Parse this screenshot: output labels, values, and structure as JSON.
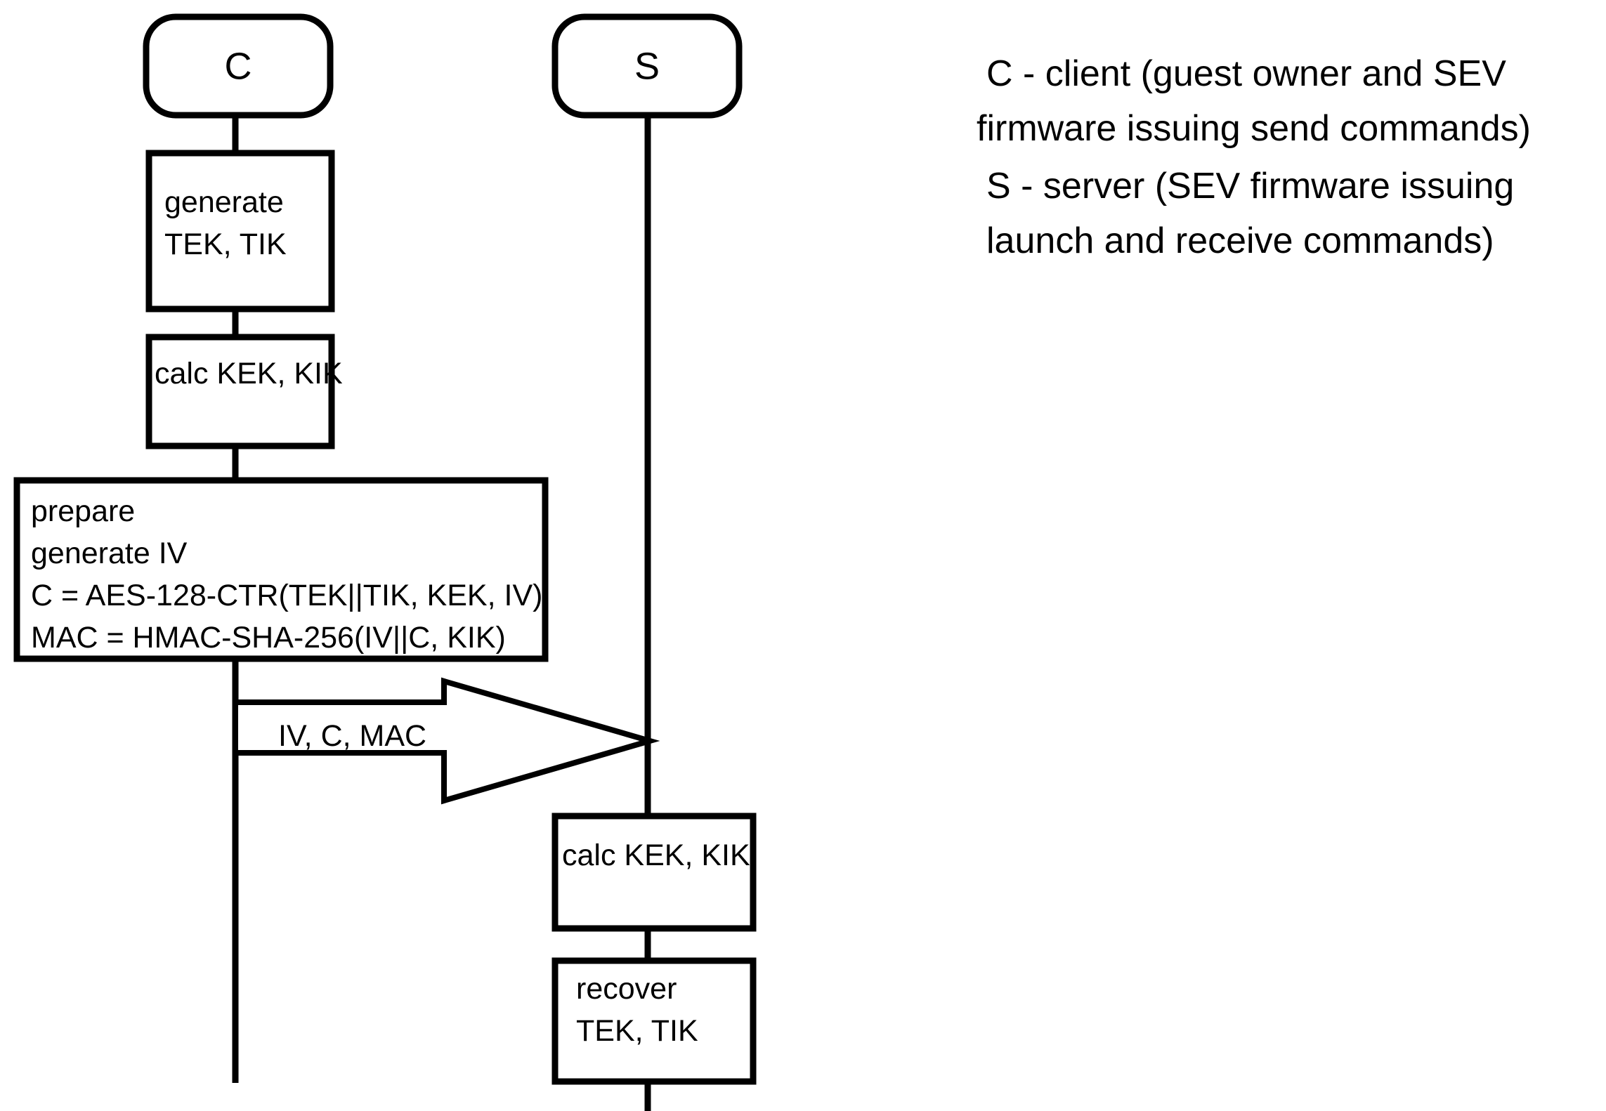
{
  "diagram": {
    "title": "SEV key transfer sequence diagram",
    "type": "sequence-diagram",
    "background_color": "#ffffff",
    "stroke_color": "#000000",
    "text_color": "#000000",
    "participants": [
      {
        "id": "C",
        "label": "C",
        "role": "client"
      },
      {
        "id": "S",
        "label": "S",
        "role": "server"
      }
    ],
    "client_steps": [
      {
        "id": "generate-keys",
        "lines": [
          "generate",
          "TEK, TIK"
        ],
        "align": "center"
      },
      {
        "id": "calc-derived-keys",
        "lines": [
          "calc KEK, KIK"
        ],
        "align": "left"
      },
      {
        "id": "prepare",
        "lines": [
          "prepare",
          "generate IV",
          "C = AES-128-CTR(TEK||TIK, KEK, IV)",
          "MAC = HMAC-SHA-256(IV||C, KIK)"
        ],
        "align": "left"
      }
    ],
    "messages": [
      {
        "id": "iv-c-mac",
        "label": "IV, C, MAC",
        "from": "C",
        "to": "S",
        "direction": "right"
      }
    ],
    "server_steps": [
      {
        "id": "calc-derived-keys-server",
        "lines": [
          "calc KEK, KIK"
        ],
        "align": "left"
      },
      {
        "id": "recover-keys",
        "lines": [
          "recover",
          "TEK, TIK"
        ],
        "align": "center"
      }
    ],
    "legend": [
      "C - client (guest owner and SEV",
      "firmware issuing send commands)",
      "S - server (SEV firmware issuing",
      "launch and receive commands)"
    ]
  }
}
